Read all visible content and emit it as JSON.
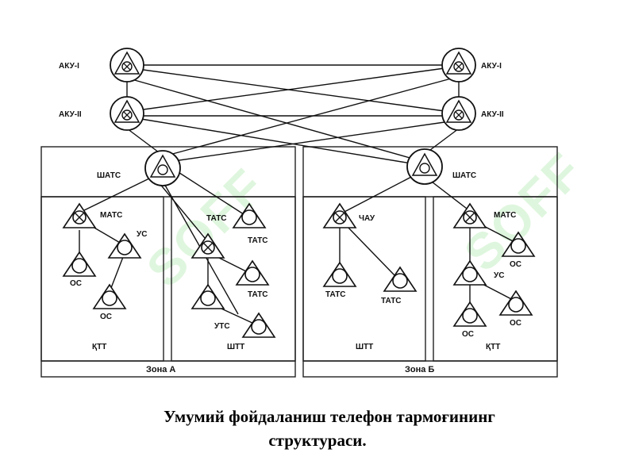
{
  "nodes": {
    "aku1_left": "АКУ-I",
    "aku2_left": "АКУ-II",
    "aku1_right": "АКУ-I",
    "aku2_right": "АКУ-II",
    "shats_left": "ШАТС",
    "shats_right": "ШАТС",
    "mats_a": "МАТС",
    "us_a": "УС",
    "os_a1": "ОС",
    "os_a2": "ОС",
    "tats_a_top": "ТАТС",
    "tats_a_tri": "ТАТС",
    "tats_a_mid": "ТАТС",
    "uts_a": "УТС",
    "chau_b": "ЧАУ",
    "tats_b1": "ТАТС",
    "tats_b2": "ТАТС",
    "mats_b": "МАТС",
    "os_b1": "ОС",
    "us_b": "УС",
    "os_b2": "ОС",
    "os_b3": "ОС"
  },
  "networks": {
    "ktt_a": "ҚТТ",
    "shtt_a": "ШТТ",
    "shtt_b": "ШТТ",
    "ktt_b": "ҚТТ"
  },
  "zones": {
    "a": "Зона А",
    "b": "Зона Б"
  },
  "caption": {
    "line1": "Умумий фойдаланиш телефон тармоғининг",
    "line2": "структураси."
  },
  "watermark": {
    "text": "SOFF",
    "color": "#55d14f"
  }
}
